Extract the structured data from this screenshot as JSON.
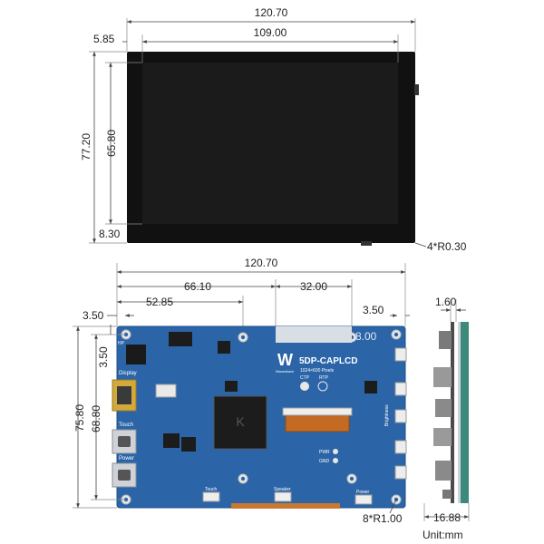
{
  "front_view": {
    "dim_width_outer": "120.70",
    "dim_width_active": "109.00",
    "dim_left_offset": "5.85",
    "dim_height_outer": "77.20",
    "dim_height_active": "65.80",
    "dim_bottom_offset": "8.30",
    "dim_corner_radius": "4*R0.30"
  },
  "back_view": {
    "dim_width": "120.70",
    "dim_66": "66.10",
    "dim_52": "52.85",
    "dim_32": "32.00",
    "dim_left_hole": "3.50",
    "dim_right_hole": "3.50",
    "dim_hole_top": "3.50",
    "dim_height_outer": "75.80",
    "dim_height_holes": "68.80",
    "dim_slot": "8.00",
    "dim_holes": "8*R1.00"
  },
  "board": {
    "brand_logo": "W",
    "brand_name": "Waveshare",
    "model": "5DP-CAPLCD",
    "resolution": "1024×600 Pixels",
    "ctp_label": "CTP",
    "rtp_label": "RTP",
    "port_hp": "HP",
    "port_display": "Display",
    "port_touch": "Touch",
    "port_power": "Power",
    "label_touch_bottom": "Touch",
    "label_speaker": "Speaker",
    "label_power_bottom": "Power",
    "label_pwr": "PWR",
    "label_gnd": "GND",
    "label_brightness": "Brightness"
  },
  "side_view": {
    "dim_thickness": "1.60",
    "dim_depth": "16.88",
    "unit": "Unit:mm"
  }
}
